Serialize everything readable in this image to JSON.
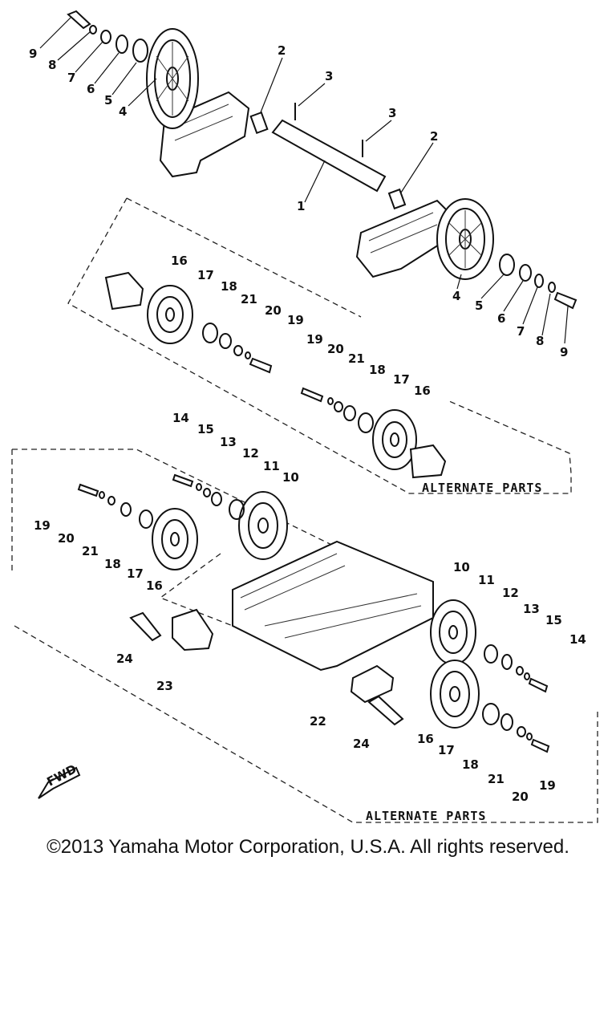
{
  "callouts": {
    "n1": "1",
    "n2a": "2",
    "n2b": "2",
    "n3a": "3",
    "n3b": "3",
    "n4a": "4",
    "n4b": "4",
    "n5a": "5",
    "n5b": "5",
    "n6a": "6",
    "n6b": "6",
    "n7a": "7",
    "n7b": "7",
    "n8a": "8",
    "n8b": "8",
    "n9a": "9",
    "n9b": "9",
    "n10a": "10",
    "n10b": "10",
    "n11a": "11",
    "n11b": "11",
    "n12a": "12",
    "n12b": "12",
    "n13a": "13",
    "n13b": "13",
    "n14a": "14",
    "n14b": "14",
    "n15a": "15",
    "n15b": "15",
    "n16a": "16",
    "n16b": "16",
    "n16c": "16",
    "n16d": "16",
    "n17a": "17",
    "n17b": "17",
    "n17c": "17",
    "n17d": "17",
    "n18a": "18",
    "n18b": "18",
    "n18c": "18",
    "n18d": "18",
    "n19a": "19",
    "n19b": "19",
    "n19c": "19",
    "n19d": "19",
    "n20a": "20",
    "n20b": "20",
    "n20c": "20",
    "n20d": "20",
    "n21a": "21",
    "n21b": "21",
    "n21c": "21",
    "n21d": "21",
    "n22": "22",
    "n23": "23",
    "n24a": "24",
    "n24b": "24"
  },
  "alternate_parts_label_1": "ALTERNATE PARTS",
  "alternate_parts_label_2": "ALTERNATE PARTS",
  "fwd_label": "FWD",
  "copyright": "©2013 Yamaha Motor Corporation, U.S.A. All rights reserved."
}
